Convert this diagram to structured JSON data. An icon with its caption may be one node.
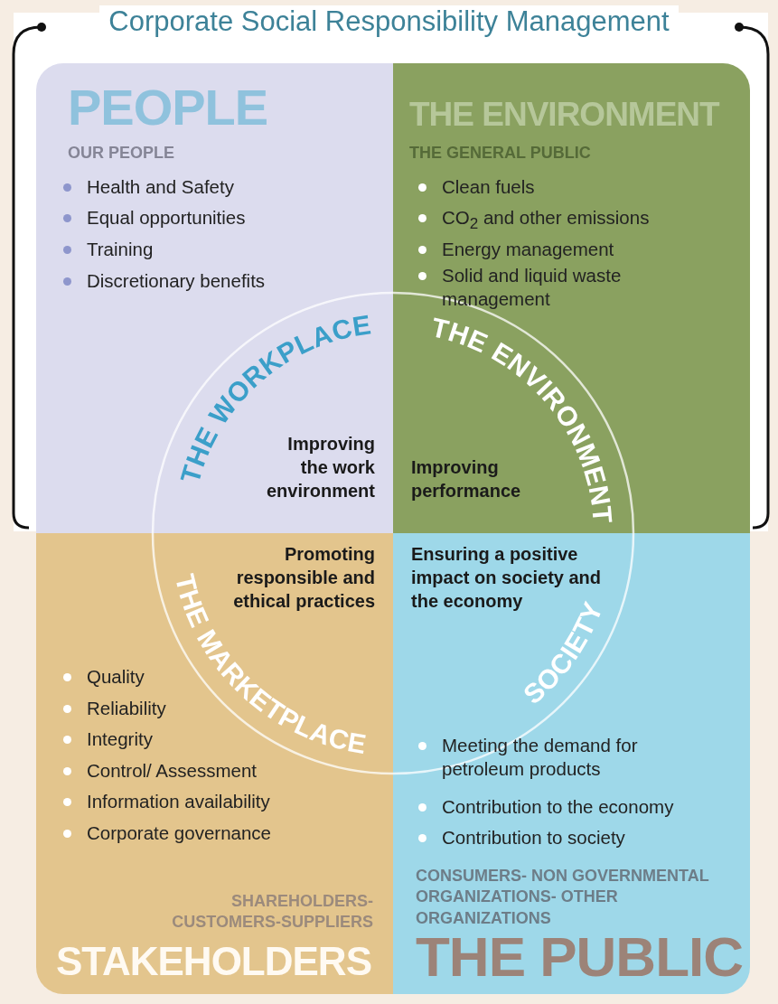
{
  "diagram": {
    "title": "Corporate Social Responsibility Management",
    "nodes": [
      {
        "text": [
          "PEOPLE",
          "OUR PEOPLE",
          "Health and Safety",
          "Equal opportunities",
          "Training",
          "Discretionary benefits",
          "Improving the work environment"
        ]
      },
      {
        "text": [
          "THE ENVIRONMENT",
          "THE GENERAL PUBLIC",
          "Clean fuels",
          "CO$_{2}$ and other emissions",
          "Energy management",
          "Solid and liquid waste management",
          "Improving performance"
        ]
      },
      {
        "text": [
          "Promoting responsible and ethical practices",
          "Quality",
          "Reliability",
          "Integrity",
          "Control/ Assessment",
          "Information availability",
          "Corporate governance",
          "SHAREHOLDERS- CUSTOMERS-SUPPLIERS",
          "STAKEHOLDERS"
        ]
      },
      {
        "text": [
          "Ensuring a positive impact on society and the economy",
          "Meeting the demand for petroleum products",
          "Contribution to the economy",
          "Contribution to society",
          "CONSUMERS- NON GOVERNMENTAL ORGANIZATIONS- OTHER ORGANIZATIONS",
          "THE PUBLIC"
        ]
      }
    ],
    "labels": [
      "THE WORKPLACE",
      "THE ENVIRONMENT",
      "THE MARKETPLACE",
      "SOCIETY"
    ]
  }
}
